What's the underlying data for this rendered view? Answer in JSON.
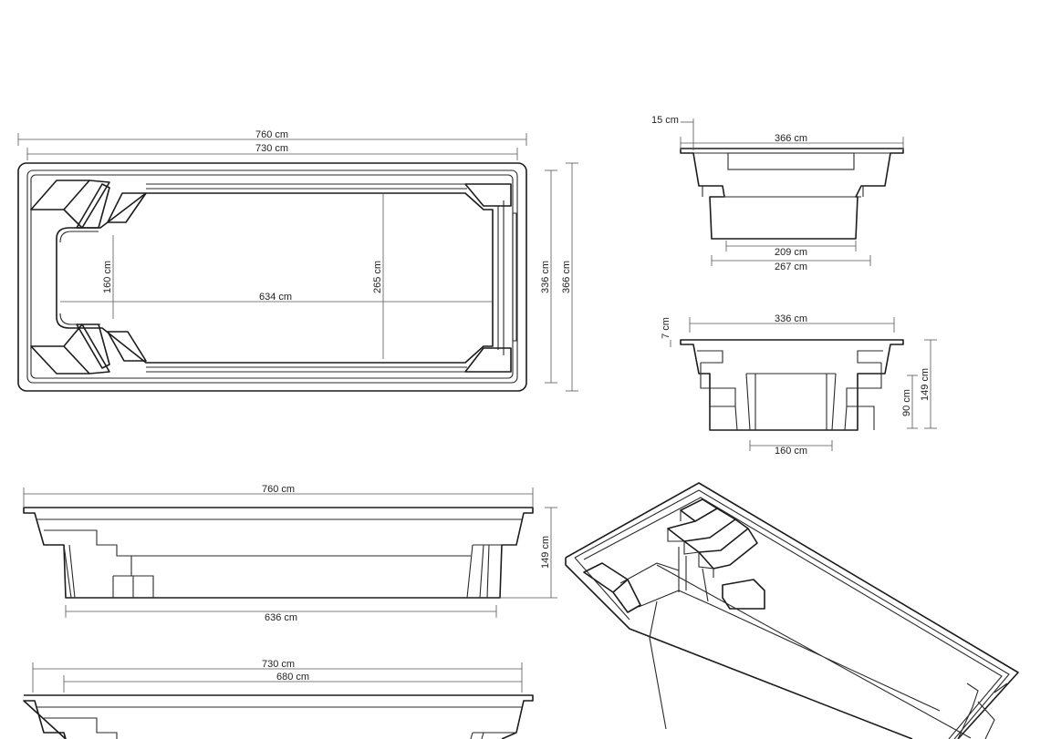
{
  "plan_view": {
    "length_outer": "760 cm",
    "length_inner": "730 cm",
    "width_outer": "366 cm",
    "width_inner": "336 cm",
    "inner_width": "265 cm",
    "floor_length": "634 cm",
    "bench_depth": "160 cm"
  },
  "end_section_top": {
    "lip": "15 cm",
    "top_width": "366 cm",
    "bottom_inner": "209 cm",
    "bottom_outer": "267 cm"
  },
  "end_section_bottom": {
    "lip": "7 cm",
    "top_width": "336 cm",
    "depth_total": "149 cm",
    "step_depth": "90 cm",
    "floor_width": "160 cm"
  },
  "side_section_top": {
    "length": "760 cm",
    "depth": "149 cm",
    "floor_length": "636 cm"
  },
  "side_section_bottom": {
    "length_outer": "730 cm",
    "length_inner": "680 cm"
  }
}
